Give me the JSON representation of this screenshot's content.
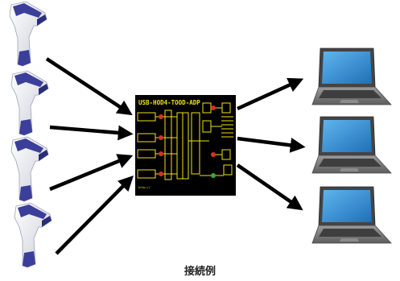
{
  "caption": "接続例",
  "board": {
    "title": "USB-HOD4-TOOD-ADP",
    "footer_left": "http://",
    "footer_left2": "",
    "footer_mid": "",
    "footer_right": ""
  },
  "colors": {
    "scanner_body": "#e9eaf2",
    "scanner_accent": "#3b3f9a",
    "board_bg": "#000000",
    "board_trace": "#f2e20f",
    "arrow": "#000000",
    "laptop_body": "#7a7a7a",
    "laptop_screen": "#2f8fd8"
  },
  "devices": {
    "scanners": 4,
    "laptops": 3
  }
}
